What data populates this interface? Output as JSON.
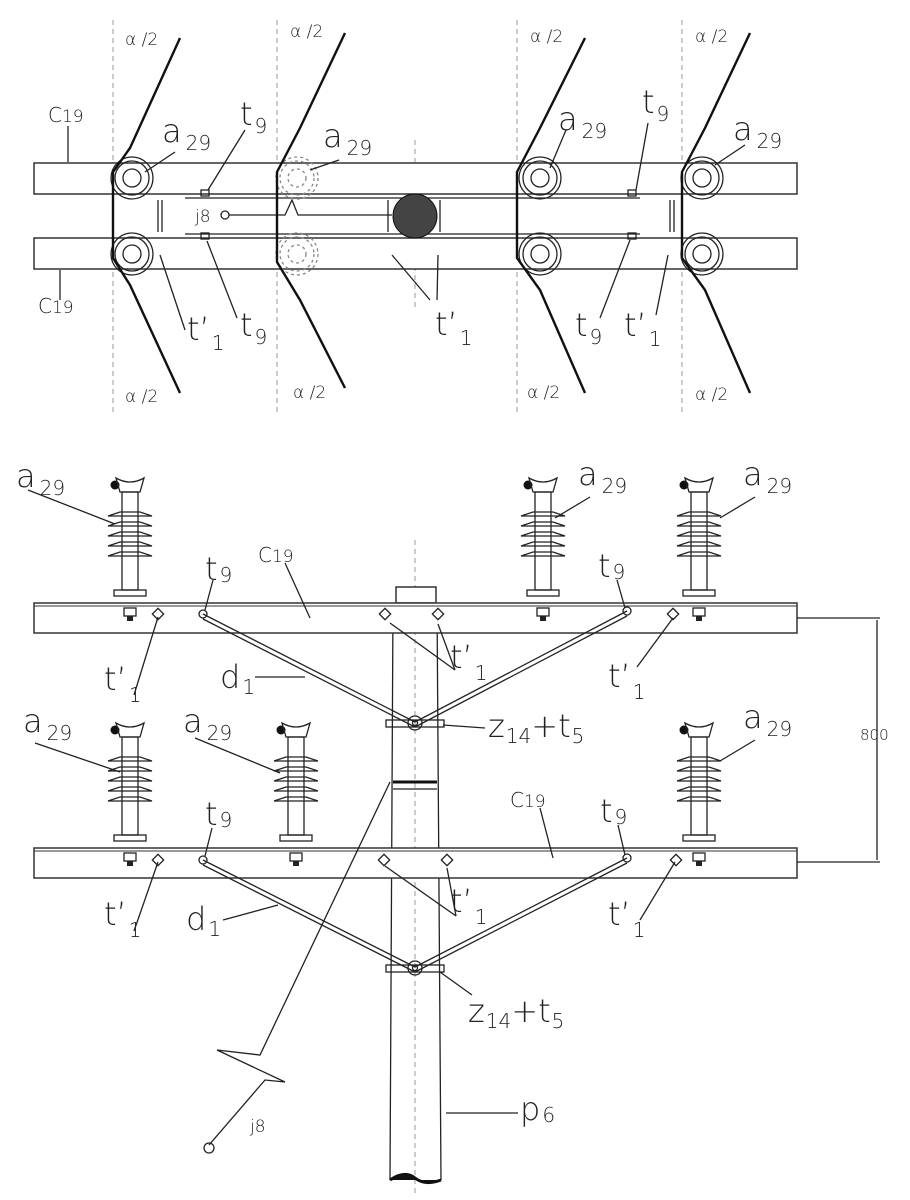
{
  "drawing": {
    "type": "power-line-pole-assembly",
    "top_view": {
      "labels": {
        "alpha_half": "α /2",
        "crossarm": "C",
        "crossarm_sub": "19",
        "insulator": "a",
        "insulator_sub": "29",
        "tie_clamp": "t",
        "tie_clamp_sub": "9",
        "bolt": "t’",
        "bolt_sub": "1",
        "jumper": "j",
        "jumper_sub": "8"
      }
    },
    "front_view": {
      "labels": {
        "insulator": "a",
        "insulator_sub": "29",
        "crossarm": "C",
        "crossarm_sub": "19",
        "tie_clamp": "t",
        "tie_clamp_sub": "9",
        "bolt": "t’",
        "bolt_sub": "1",
        "brace": "d",
        "brace_sub": "1",
        "clamp": "z",
        "clamp_sub": "14",
        "clamp_plus": "+t",
        "clamp_plus_sub": "5",
        "pole": "p",
        "pole_sub": "6",
        "jumper": "j",
        "jumper_sub": "8",
        "dimension": "800"
      }
    }
  }
}
